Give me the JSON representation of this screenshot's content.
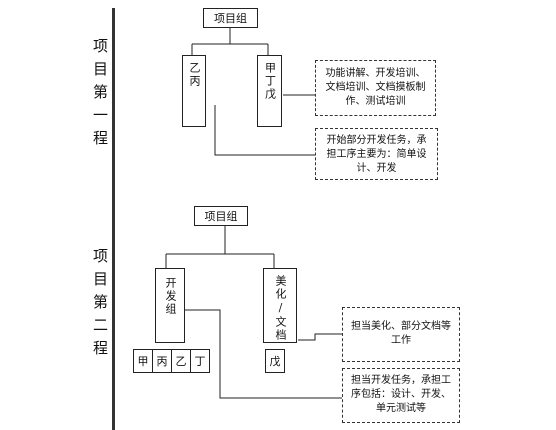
{
  "phase1": {
    "label": "项目第一程",
    "root": "项目组",
    "node_left": "乙丙",
    "node_right": "甲丁戊",
    "note_right": "功能讲解、开发培训、文档培训、文档摸板制作、测试培训",
    "note_bottom": "开始部分开发任务，承担工序主要为：简单设计、开发"
  },
  "phase2": {
    "label": "项目第二程",
    "root": "项目组",
    "node_left": "开发组",
    "node_right": "美化/文档",
    "members_left": [
      "甲",
      "丙",
      "乙",
      "丁"
    ],
    "member_right": "戊",
    "note_right": "担当美化、部分文档等工作",
    "note_bottom": "担当开发任务，承担工序包括：设计、开发、单元测试等"
  }
}
